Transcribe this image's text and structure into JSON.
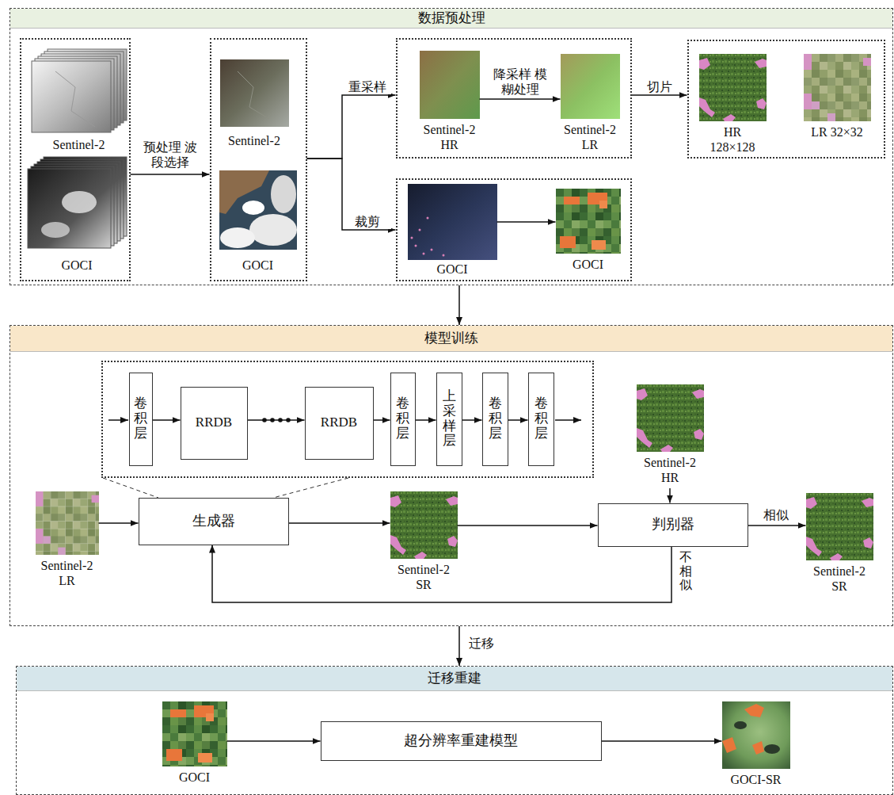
{
  "diagram": {
    "nodes": [
      {
        "text": [
          "数据预处理"
        ]
      },
      {
        "text": [],
        "in": 0
      },
      {
        "text": [
          "Sentinel-2"
        ],
        "in": 1
      },
      {
        "text": [
          "GOCI"
        ],
        "in": 1
      },
      {
        "text": [],
        "in": 0
      },
      {
        "text": [
          "Sentinel-2"
        ],
        "in": 4
      },
      {
        "text": [
          "GOCI"
        ],
        "in": 4
      },
      {
        "text": [],
        "in": 0
      },
      {
        "text": [
          "Sentinel-2 HR"
        ],
        "in": 7
      },
      {
        "text": [
          "Sentinel-2 LR"
        ],
        "in": 7
      },
      {
        "text": [],
        "in": 0
      },
      {
        "text": [
          "GOCI"
        ],
        "in": 10
      },
      {
        "text": [
          "GOCI"
        ],
        "in": 10
      },
      {
        "text": [],
        "in": 0
      },
      {
        "text": [
          "HR 128×128"
        ],
        "in": 13
      },
      {
        "text": [
          "LR 32×32"
        ],
        "in": 13
      },
      {
        "text": [
          "模型训练"
        ]
      },
      {
        "text": [],
        "in": 16
      },
      {
        "text": [
          "卷积层"
        ],
        "in": 17
      },
      {
        "text": [
          "RRDB"
        ],
        "in": 17
      },
      {
        "text": [
          "RRDB"
        ],
        "in": 17
      },
      {
        "text": [
          "卷积层"
        ],
        "in": 17
      },
      {
        "text": [
          "上采样层"
        ],
        "in": 17
      },
      {
        "text": [
          "卷积层"
        ],
        "in": 17
      },
      {
        "text": [
          "卷积层"
        ],
        "in": 17
      },
      {
        "text": [
          "Sentinel-2 LR"
        ],
        "in": 16
      },
      {
        "text": [
          "生成器"
        ],
        "in": 16
      },
      {
        "text": [
          "Sentinel-2 SR"
        ],
        "in": 16
      },
      {
        "text": [
          "Sentinel-2 HR"
        ],
        "in": 16
      },
      {
        "text": [
          "判别器"
        ],
        "in": 16
      },
      {
        "text": [
          "Sentinel-2 SR"
        ],
        "in": 16
      },
      {
        "text": [
          "迁移重建"
        ]
      },
      {
        "text": [
          "GOCI"
        ],
        "in": 31
      },
      {
        "text": [
          "超分辨率重建模型"
        ],
        "in": 31
      },
      {
        "text": [
          "GOCI-SR"
        ],
        "in": 31
      }
    ],
    "edges": [
      {
        "from": 1,
        "to": 4,
        "label": "预处理 波段选择",
        "arrow": "to"
      },
      {
        "from": 4,
        "to": 7,
        "label": "重采样",
        "arrow": "to"
      },
      {
        "from": 4,
        "to": 10,
        "label": "裁剪",
        "arrow": "to"
      },
      {
        "from": 8,
        "to": 9,
        "label": "降采样 模糊处理",
        "arrow": "to"
      },
      {
        "from": 11,
        "to": 12,
        "arrow": "to"
      },
      {
        "from": 7,
        "to": 13,
        "label": "切片",
        "arrow": "to"
      },
      {
        "from": 0,
        "to": 16,
        "arrow": "to"
      },
      {
        "from": 18,
        "to": 19,
        "arrow": "to"
      },
      {
        "from": 19,
        "to": 20,
        "arrow": "to"
      },
      {
        "from": 20,
        "to": 21,
        "arrow": "to"
      },
      {
        "from": 21,
        "to": 22,
        "arrow": "to"
      },
      {
        "from": 22,
        "to": 23,
        "arrow": "to"
      },
      {
        "from": 23,
        "to": 24,
        "arrow": "to"
      },
      {
        "from": 25,
        "to": 26,
        "arrow": "to"
      },
      {
        "from": 26,
        "to": 27,
        "arrow": "to"
      },
      {
        "from": 27,
        "to": 29,
        "arrow": "to"
      },
      {
        "from": 28,
        "to": 29,
        "arrow": "to"
      },
      {
        "from": 29,
        "to": 30,
        "label": "相似",
        "arrow": "to"
      },
      {
        "from": 29,
        "to": 26,
        "label": "不相似",
        "arrow": "to"
      },
      {
        "from": 16,
        "to": 31,
        "label": "迁移",
        "arrow": "to"
      },
      {
        "from": 32,
        "to": 33,
        "arrow": "to"
      },
      {
        "from": 33,
        "to": 34,
        "arrow": "to"
      }
    ]
  }
}
